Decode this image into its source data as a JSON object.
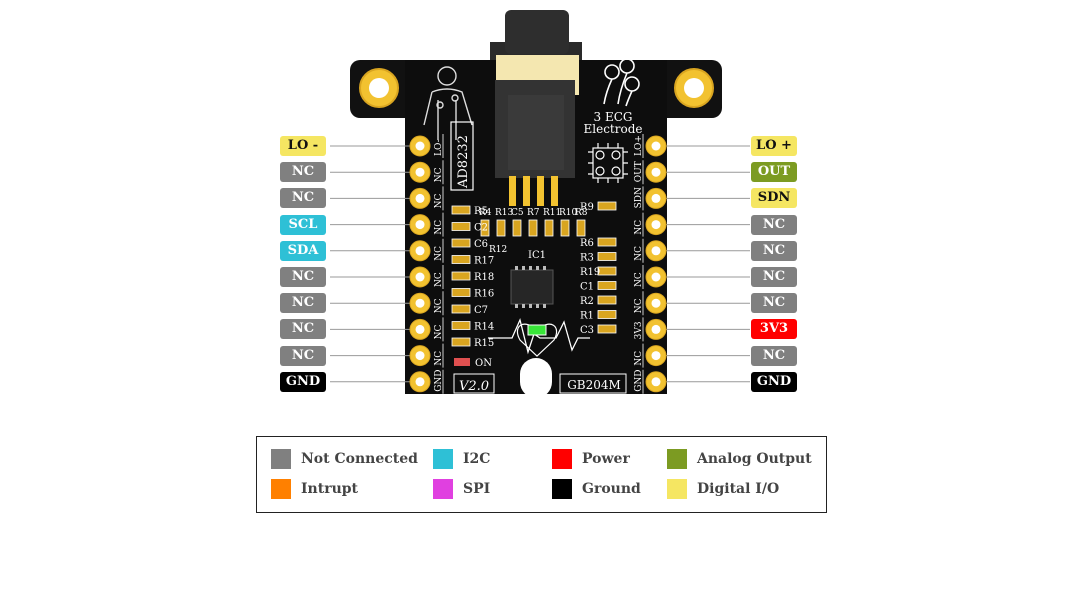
{
  "board": {
    "chip_name": "AD8232",
    "connector_label_line1": "3 ECG",
    "connector_label_line2": "Electrode",
    "ic_label": "IC1",
    "version": "V2.0",
    "model": "GB204M",
    "led_label": "ON",
    "left_silk": [
      "LO-",
      "NC",
      "NC",
      "NC",
      "NC",
      "NC",
      "NC",
      "NC",
      "NC",
      "GND"
    ],
    "right_silk": [
      "LO+",
      "OUT",
      "SDN",
      "NC",
      "NC",
      "NC",
      "NC",
      "3V3",
      "NC",
      "GND"
    ],
    "top_resistors": [
      "R4",
      "R13",
      "C5",
      "R7",
      "R11",
      "R10",
      "R8"
    ],
    "left_components": [
      "R5",
      "C2",
      "C6",
      "R17",
      "R18",
      "R16",
      "C7",
      "R14",
      "R15"
    ],
    "right_components": [
      "R9",
      "R6",
      "R3",
      "R19",
      "C1",
      "R2",
      "R1",
      "C3"
    ],
    "mid_label": "R12"
  },
  "pins": {
    "left": [
      {
        "label": "LO -",
        "type": "digital"
      },
      {
        "label": "NC",
        "type": "nc"
      },
      {
        "label": "NC",
        "type": "nc"
      },
      {
        "label": "SCL",
        "type": "i2c"
      },
      {
        "label": "SDA",
        "type": "i2c"
      },
      {
        "label": "NC",
        "type": "nc"
      },
      {
        "label": "NC",
        "type": "nc"
      },
      {
        "label": "NC",
        "type": "nc"
      },
      {
        "label": "NC",
        "type": "nc"
      },
      {
        "label": "GND",
        "type": "ground"
      }
    ],
    "right": [
      {
        "label": "LO +",
        "type": "digital"
      },
      {
        "label": "OUT",
        "type": "analog"
      },
      {
        "label": "SDN",
        "type": "digital"
      },
      {
        "label": "NC",
        "type": "nc"
      },
      {
        "label": "NC",
        "type": "nc"
      },
      {
        "label": "NC",
        "type": "nc"
      },
      {
        "label": "NC",
        "type": "nc"
      },
      {
        "label": "3V3",
        "type": "power"
      },
      {
        "label": "NC",
        "type": "nc"
      },
      {
        "label": "GND",
        "type": "ground"
      }
    ]
  },
  "legend": {
    "items": [
      {
        "label": "Not Connected",
        "color": "#808080",
        "type": "nc"
      },
      {
        "label": "I2C",
        "color": "#2ec0d6",
        "type": "i2c"
      },
      {
        "label": "Power",
        "color": "#ff0000",
        "type": "power"
      },
      {
        "label": "Analog Output",
        "color": "#7c9b22",
        "type": "analog"
      },
      {
        "label": "Intrupt",
        "color": "#ff8000",
        "type": "interrupt"
      },
      {
        "label": "SPI",
        "color": "#e040e0",
        "type": "spi"
      },
      {
        "label": "Ground",
        "color": "#000000",
        "type": "ground"
      },
      {
        "label": "Digital I/O",
        "color": "#f5e662",
        "type": "digital"
      }
    ]
  }
}
